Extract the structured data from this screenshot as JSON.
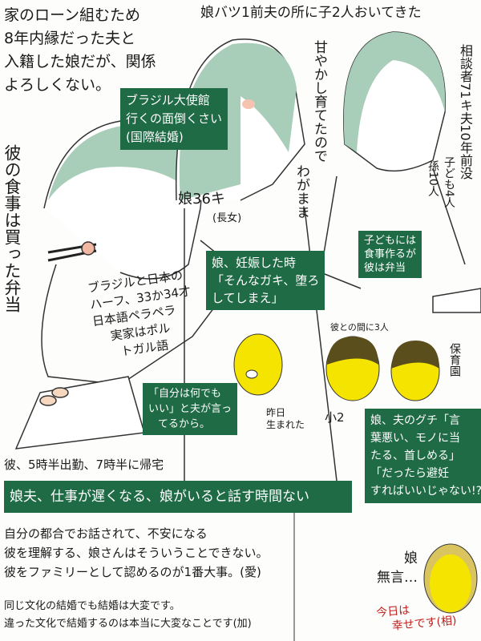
{
  "top_left_note": [
    "家のローン組むため",
    "8年内縁だった夫と",
    "入籍した娘だが、関係",
    "よろしくない。"
  ],
  "top_note": "娘バツ1前夫の所に子2人おいてきた",
  "embassy_box": [
    "ブラジル大使館",
    "行くの面倒くさい",
    "(国際結婚)"
  ],
  "husband_meal": "彼の食事は買った弁当",
  "spoiled_1": "甘やかし育てたので",
  "spoiled_2": "わがまま",
  "consultant": "相談者71キ夫10年前没",
  "children": "子ども4人",
  "grandchildren": "孫10人",
  "daughter_age": "娘36キ",
  "daughter_rank": "(長女)",
  "meal_box": [
    "子どもには",
    "食事作るが",
    "彼は弁当"
  ],
  "pregnant_box": [
    "娘、妊娠した時",
    "「そんなガキ、堕ろ",
    "してしまえ」"
  ],
  "husband_profile": [
    "ブラジルと日本の",
    "ハーフ、33か34才",
    "日本語ペラペラ",
    "実家はポル",
    "トガル語"
  ],
  "kids_label": "彼との間に3人",
  "baby_label": [
    "昨日",
    "生まれた"
  ],
  "child1_label": "小2",
  "child2_label": "保育園",
  "anything_box": [
    "「自分は何でも",
    "いい」と夫が言っ",
    "てるから。"
  ],
  "schedule": "彼、5時半出勤、7時半に帰宅",
  "banner": "娘夫、仕事が遅くなる、娘がいると話す時間ない",
  "advice_1": [
    "自分の都合でお話されて、不安になる",
    "彼を理解する、娘さんはそういうことできない。",
    "彼をファミリーとして認めるのが1番大事。(愛)"
  ],
  "advice_2": [
    "同じ文化の結婚でも結婚は大変です。",
    "違った文化で結婚するのは本当に大変なことです(加)"
  ],
  "complaint_box": [
    "娘、夫のグチ「言",
    "葉悪い、モノに当",
    "たる、首しめる」",
    "「だったら避妊",
    "すればいいじゃない!?」"
  ],
  "silent": [
    "娘",
    "無言…"
  ],
  "happy": [
    "今日は",
    "幸せです(相)"
  ],
  "colors": {
    "green": "#1f6b45",
    "hair": "#9cc7ae",
    "face_yellow": "#f5e400",
    "red": "#c0201c"
  }
}
